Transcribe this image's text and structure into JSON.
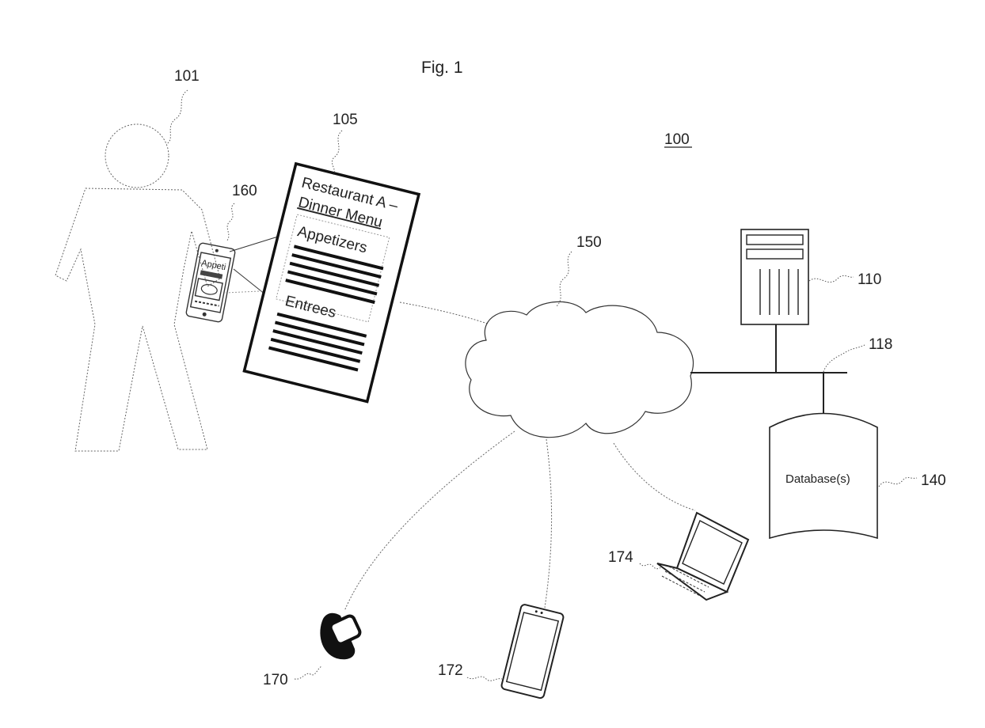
{
  "figure": {
    "title": "Fig. 1",
    "system_ref": "100"
  },
  "refs": {
    "user": "101",
    "menu": "105",
    "server": "110",
    "bus": "118",
    "database": "140",
    "network": "150",
    "phone": "160",
    "watch": "170",
    "tablet": "172",
    "laptop": "174"
  },
  "menu": {
    "line1": "Restaurant A –",
    "line2": "Dinner Menu",
    "section1": "Appetizers",
    "section2": "Entrees"
  },
  "phone_screen": {
    "text": "Appeti"
  },
  "database": {
    "label": "Database(s)"
  }
}
